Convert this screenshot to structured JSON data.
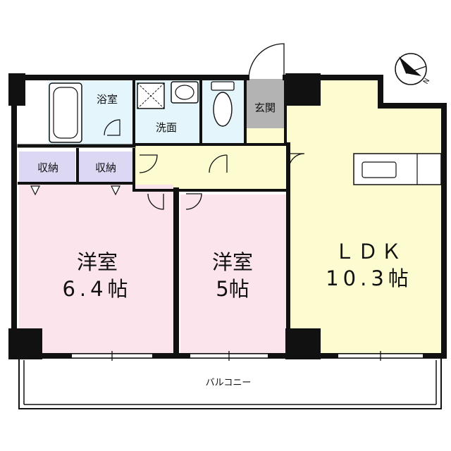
{
  "rooms": {
    "bath": "浴室",
    "washroom": "洗面",
    "entrance": "玄関",
    "storage_1": "収納",
    "storage_2": "収納",
    "western_1": {
      "name": "洋室",
      "size": "6.4帖"
    },
    "western_2": {
      "name": "洋室",
      "size": "5帖"
    },
    "ldk": {
      "name": "ＬＤＫ",
      "size": "10.3帖"
    },
    "balcony": "バルコニー"
  },
  "compass": {
    "label": "N",
    "icon": "north-arrow-icon"
  },
  "colors": {
    "wall": "#111111",
    "western_room": "#fbe4ec",
    "ldk": "#fdfbd0",
    "corridor": "#fdfbd0",
    "wet_area": "#e4f5fb",
    "storage": "#dcd7f2",
    "entrance": "#b3b3b3"
  }
}
